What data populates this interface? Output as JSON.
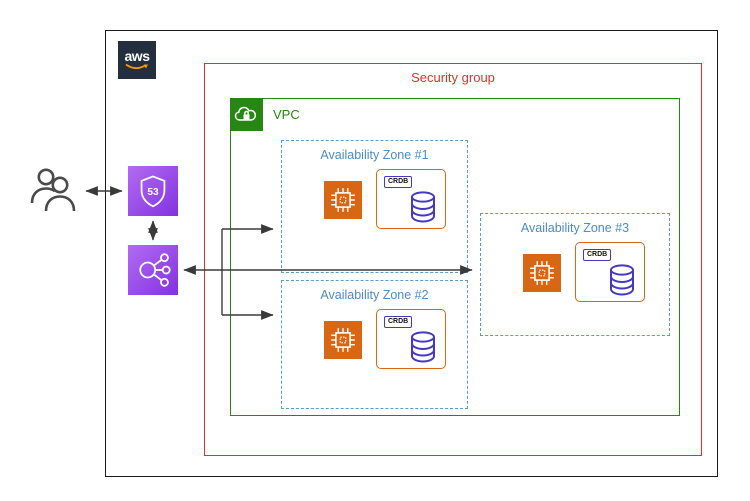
{
  "aws_logo": {
    "text": "aws"
  },
  "security_group": {
    "label": "Security group",
    "color": "#DD3522"
  },
  "vpc": {
    "label": "VPC",
    "color": "#278714"
  },
  "zones": [
    {
      "label": "Availability Zone #1",
      "db_label": "CRDB"
    },
    {
      "label": "Availability Zone #2",
      "db_label": "CRDB"
    },
    {
      "label": "Availability Zone #3",
      "db_label": "CRDB"
    }
  ],
  "route53": {
    "badge_text": "53"
  },
  "colors": {
    "az_border_blue": "#5B9BD5",
    "az_label_blue": "#4D8BC9",
    "ec2_orange": "#D86613",
    "db_purple": "#4539C4",
    "service_purple_gradient_start": "#B26BF2",
    "service_purple_gradient_end": "#8232E0",
    "aws_dark": "#232F3E",
    "aws_smile_orange": "#FF9900",
    "security_red": "#DD3522",
    "vpc_green": "#278714",
    "arrow_gray": "#3A3A3A"
  },
  "icons": {
    "users-icon": "two-person outline",
    "route53-icon": "shield with 53 badge",
    "load-balancer-icon": "node network circles",
    "vpc-icon": "cloud with lock",
    "ec2-icon": "cpu chip",
    "database-icon": "database cylinder",
    "aws-smile-icon": "orange smile arc"
  }
}
